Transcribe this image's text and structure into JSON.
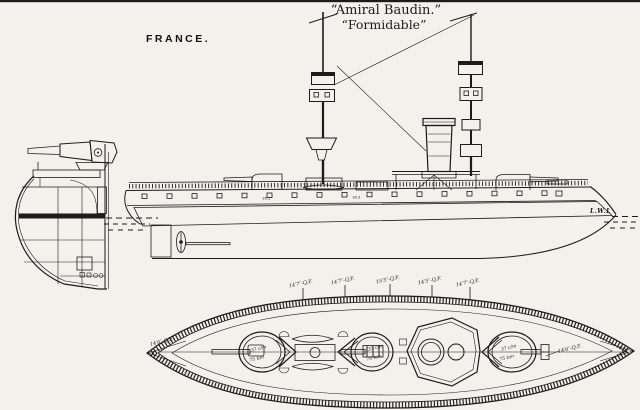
{
  "page": {
    "background": "#f2f1ec",
    "ink": "#1c1c1c"
  },
  "header": {
    "ship_name": "“Amiral Baudin.”",
    "ship_name2": "“Formidable”",
    "country": "FRANCE."
  },
  "elevation": {
    "waterline_label": "L.W.L",
    "hull_marks": [
      "16.5",
      "16.3"
    ]
  },
  "plan": {
    "main_guns": [
      {
        "caliber": "37 c/m",
        "weight": "75 ton"
      },
      {
        "caliber": "37 c/m",
        "weight": "75 ton"
      },
      {
        "caliber": "37 c/m",
        "weight": "75 ton"
      }
    ],
    "qf_height_labels": [
      "14′7″-Q.F.",
      "14′7″-Q.F.",
      "15′5″-Q.F.",
      "14′5″-Q.F.",
      "14′7″-Q.F."
    ],
    "stern_qf_label": "14′6″-Q.F.",
    "bow_qf_label": "14′6″-Q.F."
  }
}
